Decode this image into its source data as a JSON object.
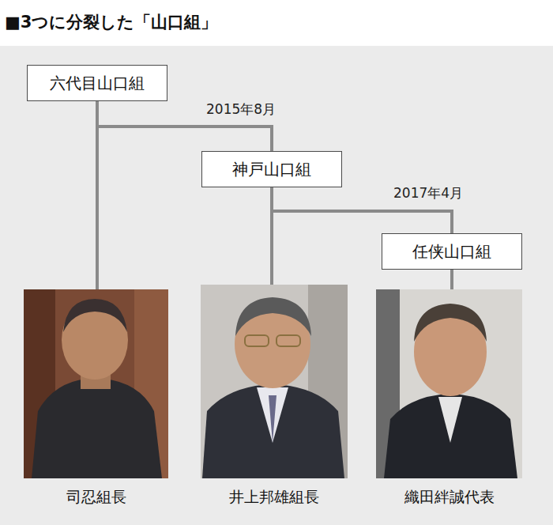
{
  "diagram": {
    "title": "■3つに分裂した「山口組」",
    "nodes": [
      {
        "text": [
          "六代目山口組"
        ]
      },
      {
        "text": [
          "神戸山口組"
        ]
      },
      {
        "text": [
          "任侠山口組"
        ]
      },
      {
        "text": [
          "司忍組長"
        ]
      },
      {
        "text": [
          "井上邦雄組長"
        ]
      },
      {
        "text": [
          "織田絆誠代表"
        ]
      }
    ],
    "edges": [
      {
        "from": 0,
        "to": 1,
        "arrow": "none",
        "label": "2015年8月"
      },
      {
        "from": 0,
        "to": 3,
        "arrow": "none"
      },
      {
        "from": 1,
        "to": 2,
        "arrow": "none",
        "label": "2017年4月"
      },
      {
        "from": 1,
        "to": 4,
        "arrow": "none"
      },
      {
        "from": 2,
        "to": 5,
        "arrow": "none"
      }
    ]
  }
}
